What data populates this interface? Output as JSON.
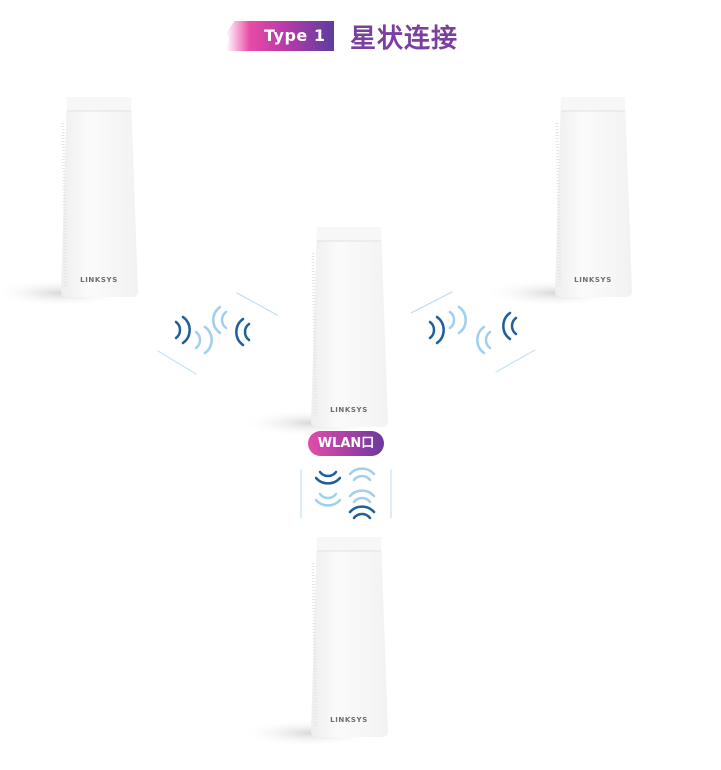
{
  "header": {
    "type_label": "Type 1",
    "title": "星状连接"
  },
  "nodes": [
    {
      "brand": "LINKSYS"
    },
    {
      "brand": "LINKSYS"
    },
    {
      "brand": "LINKSYS"
    },
    {
      "brand": "LINKSYS"
    }
  ],
  "wlan_label": "WLAN口",
  "colors": {
    "title": "#7a3fa0",
    "signal_dark": "#1f5f9b",
    "signal_light": "#9fd0ee",
    "badge_start": "#e84aa6",
    "badge_end": "#5b3d9e"
  }
}
